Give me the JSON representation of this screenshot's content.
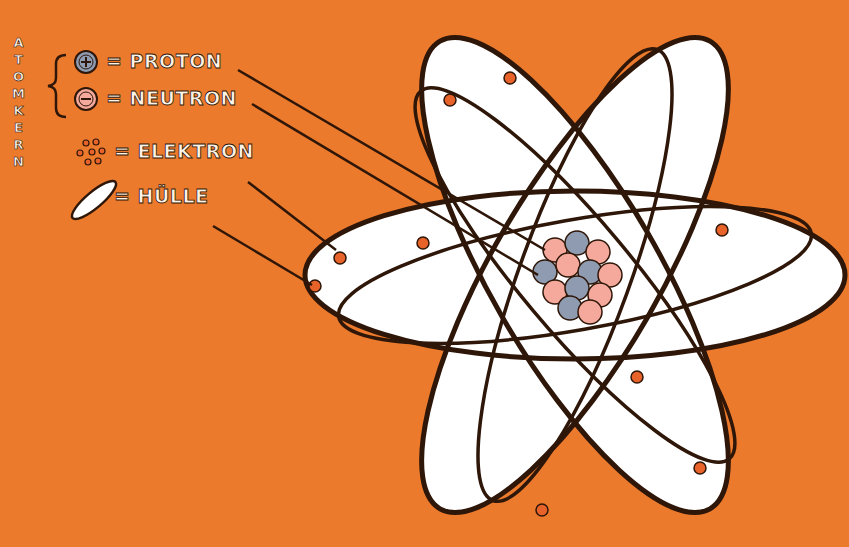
{
  "diagram": {
    "labels": [
      "ATOMKERN"
    ],
    "legend": [
      {
        "text": "= PROTON"
      },
      {
        "text": "= NEUTRON"
      },
      {
        "text": "= ELEKTRON"
      },
      {
        "text": "= HÜLLE"
      }
    ]
  }
}
